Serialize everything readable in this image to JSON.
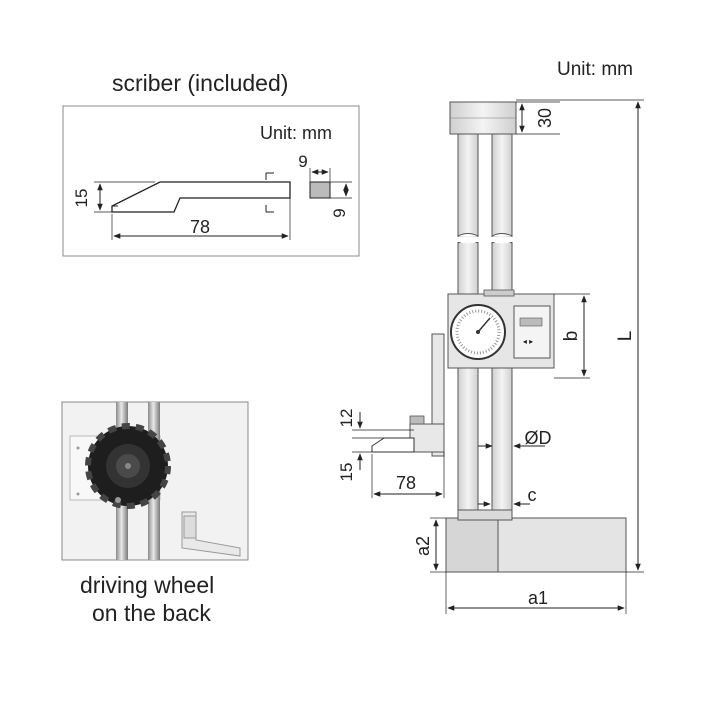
{
  "scriber": {
    "title": "scriber (included)",
    "unit": "Unit: mm",
    "dims": {
      "height": "15",
      "length": "78",
      "tip_width": "9",
      "tip_height": "9"
    }
  },
  "wheel": {
    "caption_line1": "driving wheel",
    "caption_line2": "on the back"
  },
  "gauge": {
    "unit": "Unit: mm",
    "dims": {
      "top": "30",
      "b": "b",
      "L": "L",
      "scriber_a": "12",
      "scriber_b": "15",
      "scriber_len": "78",
      "diameter": "ØD",
      "c": "c",
      "a1": "a1",
      "a2": "a2"
    }
  },
  "colors": {
    "line": "#222222",
    "fill_light": "#eeeeee",
    "fill_mid": "#dcdcdc",
    "border": "#777777"
  }
}
